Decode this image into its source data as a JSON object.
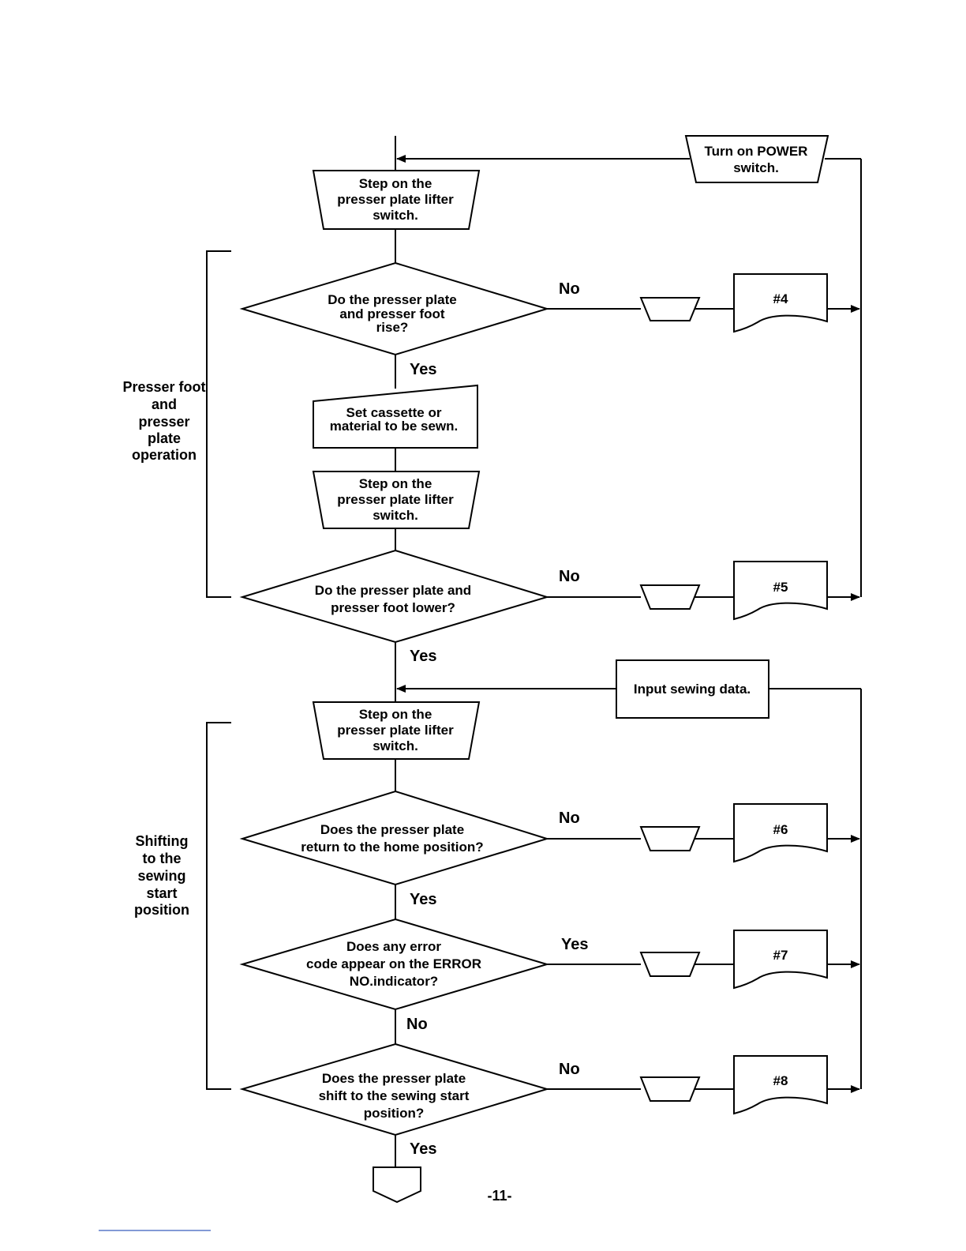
{
  "steps": {
    "power": [
      "Turn on POWER",
      "switch."
    ],
    "step1": [
      "Step on the",
      "presser plate lifter",
      "switch."
    ],
    "q1": [
      "Do the presser plate",
      "and presser foot",
      "rise?"
    ],
    "set_material": [
      "Set cassette or",
      "material to be sewn."
    ],
    "step2": [
      "Step on the",
      "presser plate lifter",
      "switch."
    ],
    "q2": [
      "Do the presser plate and",
      "presser foot lower?"
    ],
    "input_data": [
      "Input sewing data."
    ],
    "step3": [
      "Step on the",
      "presser plate lifter",
      "switch."
    ],
    "q3": [
      "Does the presser plate",
      "return to the home position?"
    ],
    "q4": [
      "Does any error",
      "code appear on the ERROR",
      "NO.indicator?"
    ],
    "q5": [
      "Does the presser plate",
      "shift to the sewing start",
      "position?"
    ]
  },
  "refs": [
    "#4",
    "#5",
    "#6",
    "#7",
    "#8"
  ],
  "branch_labels": {
    "q1_no": "No",
    "q1_yes": "Yes",
    "q2_no": "No",
    "q2_yes": "Yes",
    "q3_no": "No",
    "q3_yes": "Yes",
    "q4_yes": "Yes",
    "q4_no": "No",
    "q5_no": "No",
    "q5_yes": "Yes"
  },
  "sections": {
    "presser": [
      "Presser foot",
      "and",
      "presser",
      "plate",
      "operation"
    ],
    "shifting": [
      "Shifting",
      "to the",
      "sewing",
      "start",
      "position"
    ]
  },
  "page_number": "-11-"
}
